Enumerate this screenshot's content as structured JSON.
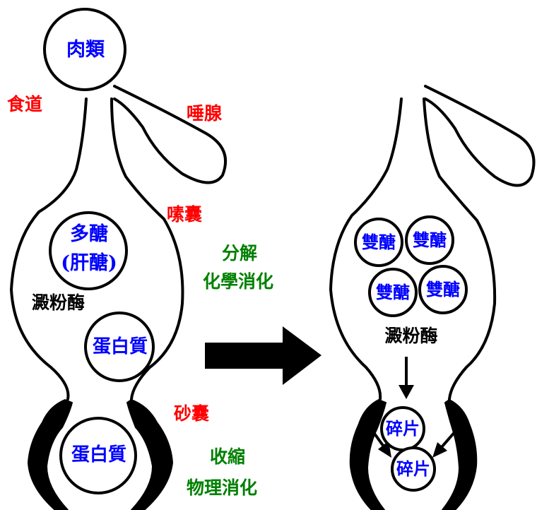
{
  "left_diagram": {
    "food": "肉類",
    "esophagus": "食道",
    "salivary_gland": "唾腺",
    "crop": "嗉囊",
    "polysaccharide_line1": "多醣",
    "polysaccharide_line2": "(肝醣)",
    "amylase": "澱粉酶",
    "protein_upper": "蛋白質",
    "gizzard": "砂囊",
    "protein_lower": "蛋白質"
  },
  "middle_labels": {
    "decompose": "分解",
    "chemical_digestion": "化學消化",
    "contract": "收縮",
    "physical_digestion": "物理消化"
  },
  "right_diagram": {
    "disaccharides": [
      "雙醣",
      "雙醣",
      "雙醣",
      "雙醣"
    ],
    "amylase": "澱粉酶",
    "fragments": [
      "碎片",
      "碎片"
    ]
  },
  "colors": {
    "organ_label": "#ff0000",
    "process_label": "#008000",
    "substance_label": "#0000ff",
    "enzyme_label": "#000000"
  }
}
